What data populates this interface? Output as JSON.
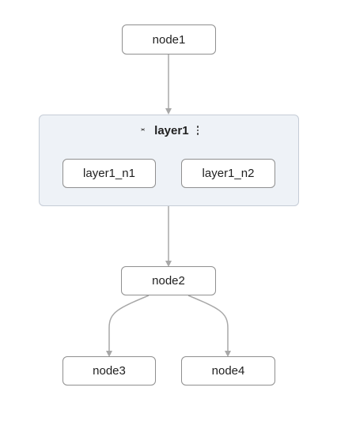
{
  "nodes": {
    "node1": "node1",
    "node2": "node2",
    "node3": "node3",
    "node4": "node4"
  },
  "group": {
    "title": "layer1",
    "children": [
      "layer1_n1",
      "layer1_n2"
    ],
    "collapse_icon": "collapse-icon",
    "menu_icon": "more-vertical-icon"
  },
  "edges": [
    {
      "from": "node1",
      "to": "layer1"
    },
    {
      "from": "layer1",
      "to": "node2"
    },
    {
      "from": "node2",
      "to": "node3"
    },
    {
      "from": "node2",
      "to": "node4"
    }
  ],
  "colors": {
    "edge": "#a8a8a8",
    "group_fill": "#eef2f7",
    "node_border": "#8f8f8f"
  }
}
